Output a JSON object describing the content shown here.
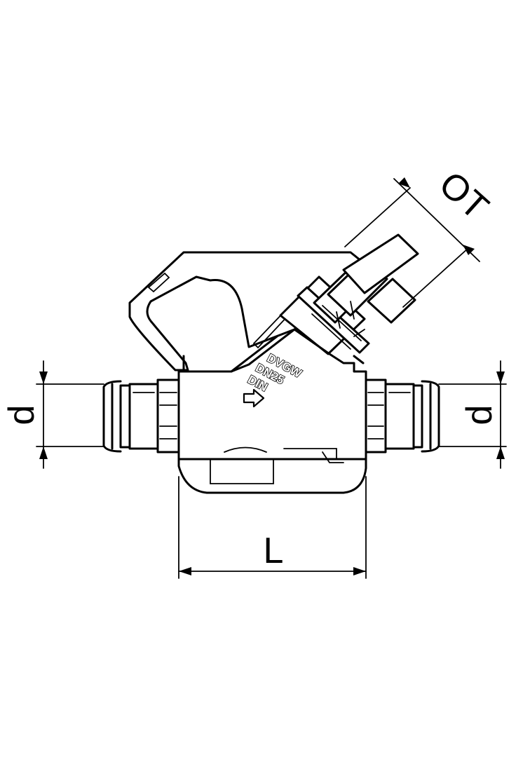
{
  "dimensions": {
    "left_diameter": "d",
    "right_diameter": "d",
    "length": "L",
    "overall_top": "OT"
  },
  "body_marking": [
    "DVGW",
    "DN25",
    "DIN"
  ],
  "flow_direction": "right"
}
